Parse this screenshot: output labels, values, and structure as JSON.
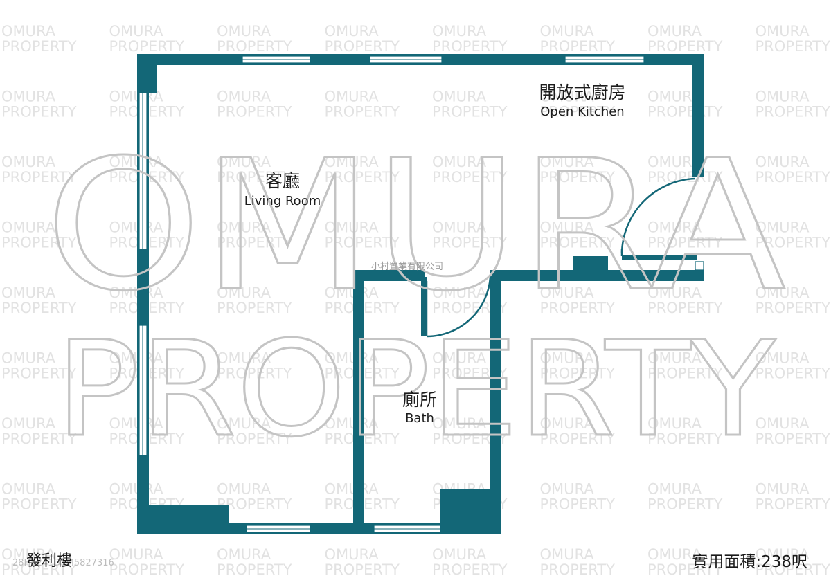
{
  "watermark": {
    "brand_line1": "OMURA",
    "brand_line2": "PROPERTY"
  },
  "rooms": {
    "living": {
      "cn": "客廳",
      "en": "Living Room"
    },
    "kitchen": {
      "cn": "開放式廚房",
      "en": "Open Kitchen"
    },
    "bath": {
      "cn": "廁所",
      "en": "Bath"
    }
  },
  "company_name": "小村置業有限公司",
  "building_name": "發利樓",
  "reference_id": "28H5241D1M5827316",
  "usable_area": "實用面積:238呎",
  "colors": {
    "wall": "#136777",
    "watermark_big": "#c4c4c4",
    "watermark_small": "#e2e2e2"
  }
}
